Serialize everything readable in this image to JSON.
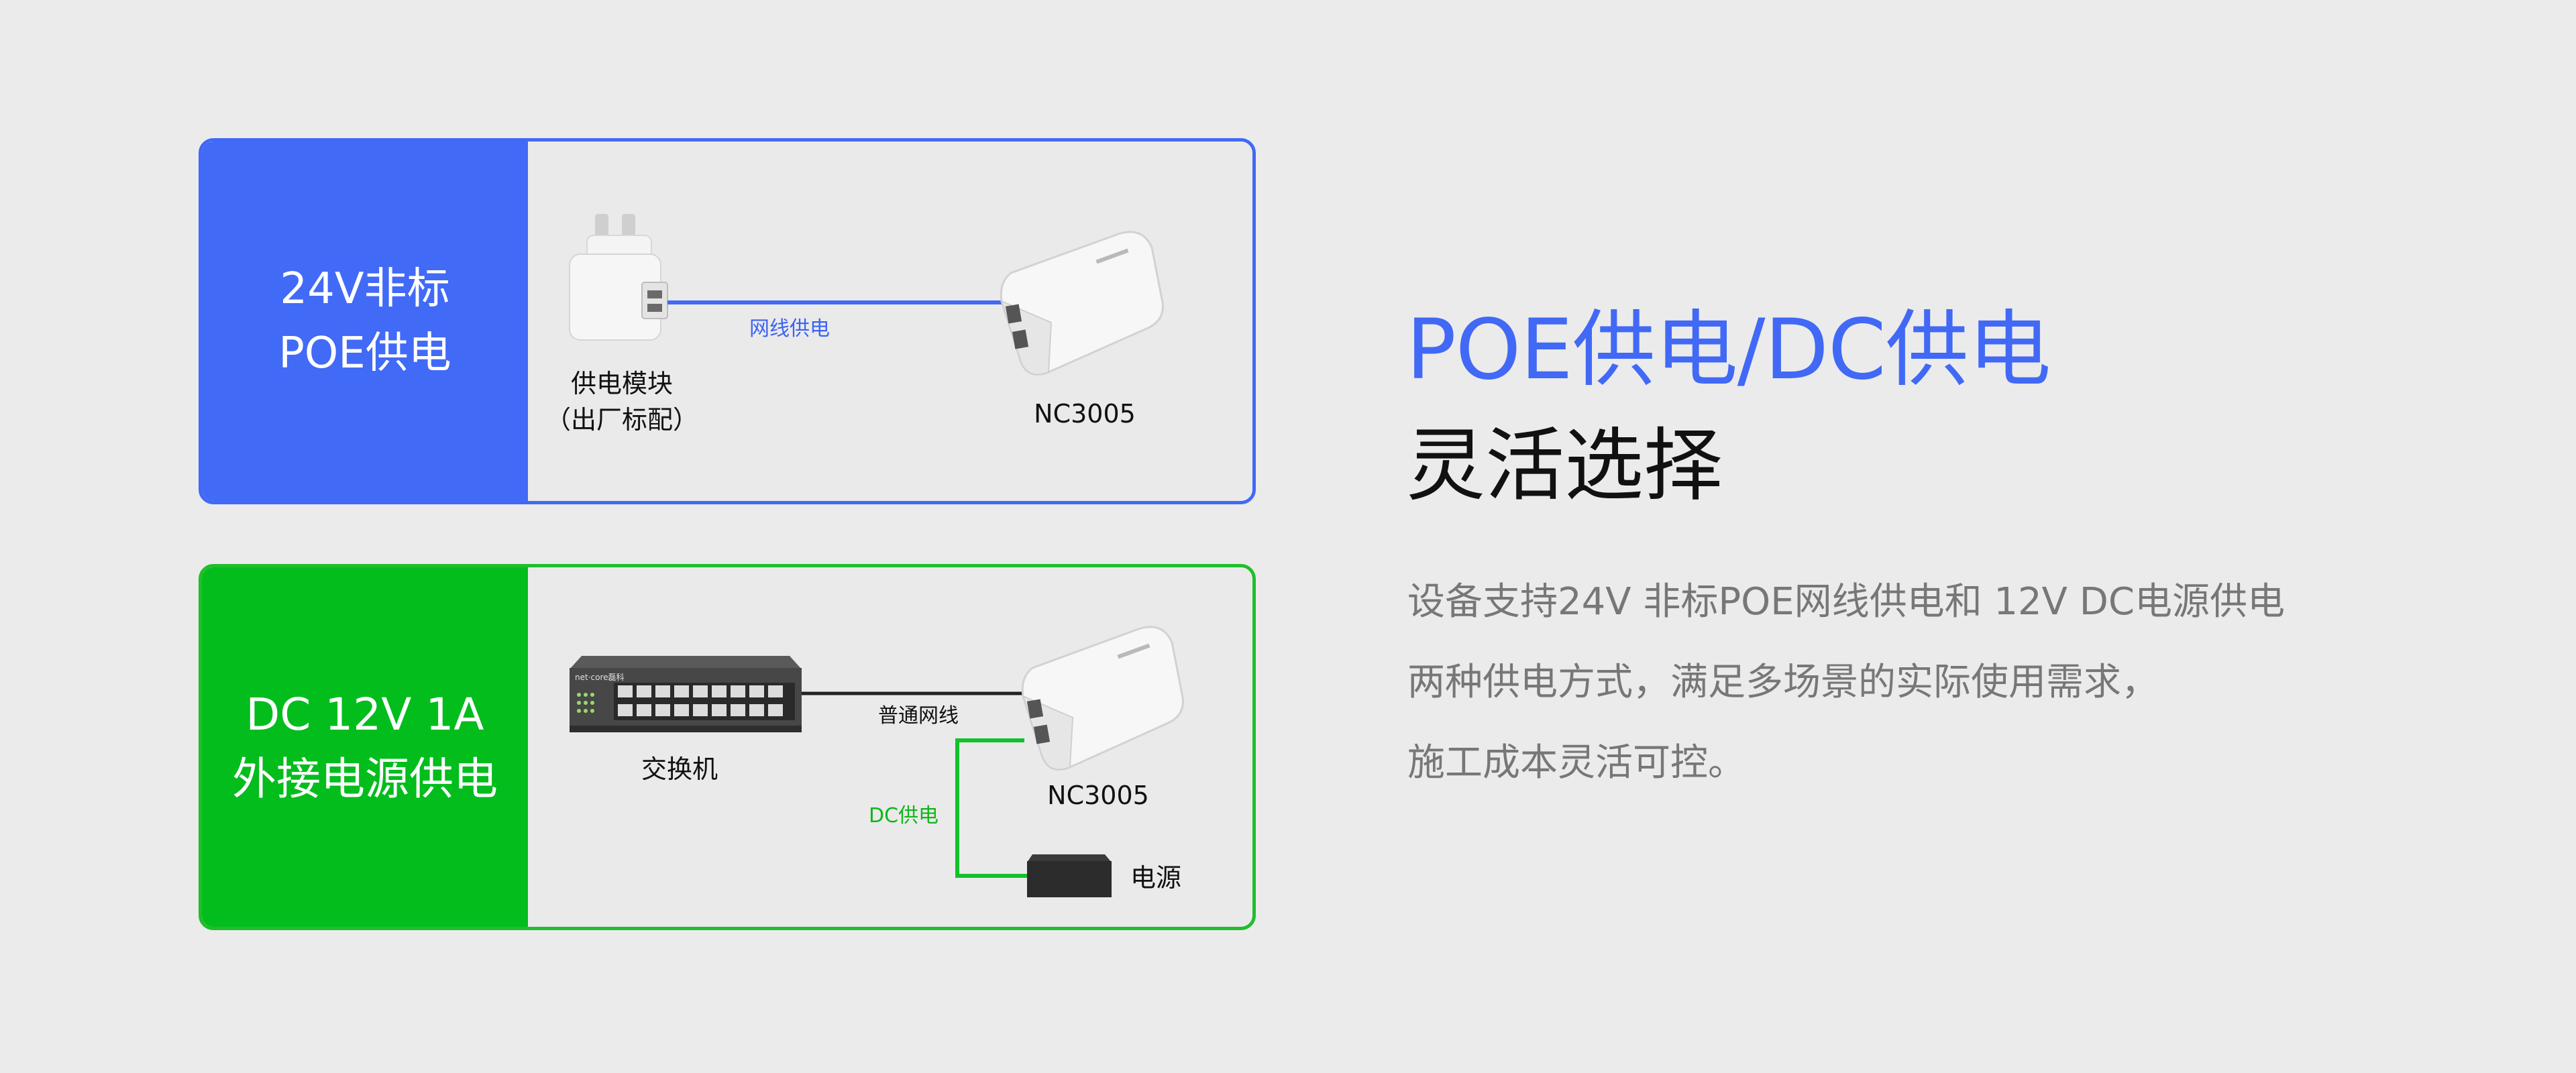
{
  "poe_card": {
    "title_line1": "24V非标",
    "title_line2": "POE供电",
    "accent": "#4169f6",
    "cable_label": "网线供电",
    "injector_label_line1": "供电模块",
    "injector_label_line2": "（出厂标配）",
    "device_label": "NC3005"
  },
  "dc_card": {
    "title_line1": "DC 12V 1A",
    "title_line2": "外接电源供电",
    "accent": "#03bd1d",
    "switch_label": "交换机",
    "switch_brand": "net·core磊科",
    "cable_label": "普通网线",
    "dc_label": "DC供电",
    "device_label": "NC3005",
    "power_label": "电源"
  },
  "right": {
    "headline_line1": "POE供电/DC供电",
    "headline_line2": "灵活选择",
    "desc_line1": "设备支持24V 非标POE网线供电和 12V DC电源供电",
    "desc_line2": "两种供电方式，满足多场景的实际使用需求，",
    "desc_line3": "施工成本灵活可控。"
  }
}
